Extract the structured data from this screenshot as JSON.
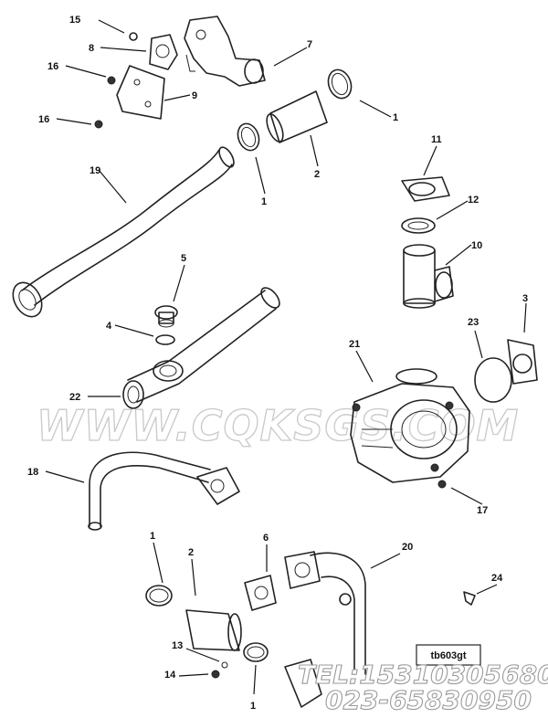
{
  "callouts": [
    "15",
    "8",
    "7",
    "16",
    "9",
    "1",
    "16",
    "2",
    "1",
    "11",
    "19",
    "12",
    "1",
    "10",
    "5",
    "3",
    "4",
    "23",
    "21",
    "22",
    "18",
    "17",
    "1",
    "2",
    "6",
    "20",
    "24",
    "13",
    "14",
    "1"
  ],
  "watermark": "WWW.CQKSGS.COM",
  "figure_tag": "tb603gt",
  "contact": {
    "tel": "TEL:15310305680",
    "phone": "023-65830950"
  }
}
